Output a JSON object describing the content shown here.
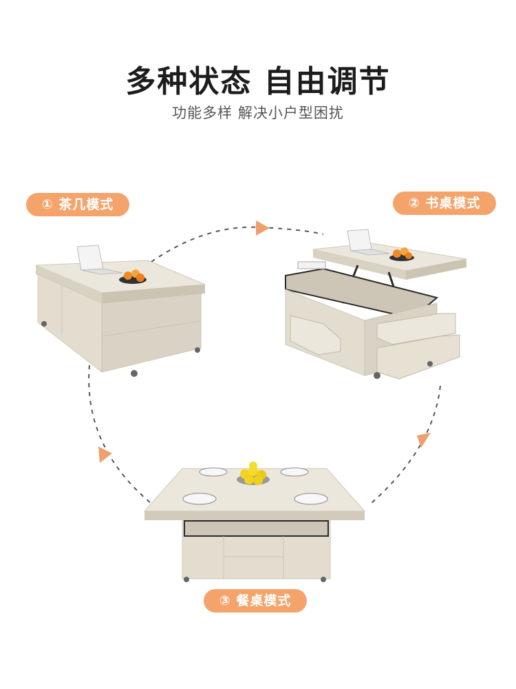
{
  "header": {
    "title": "多种状态 自由调节",
    "subtitle": "功能多样 解决小户型困扰"
  },
  "modes": [
    {
      "label": "① 茶几模式"
    },
    {
      "label": "② 书桌模式"
    },
    {
      "label": "③ 餐桌模式"
    }
  ],
  "colors": {
    "badge": "#f4a36b",
    "arrow": "#f0a070",
    "dash": "#555555",
    "cabinet": "#e9e4d8",
    "top": "#e6e0d2"
  }
}
